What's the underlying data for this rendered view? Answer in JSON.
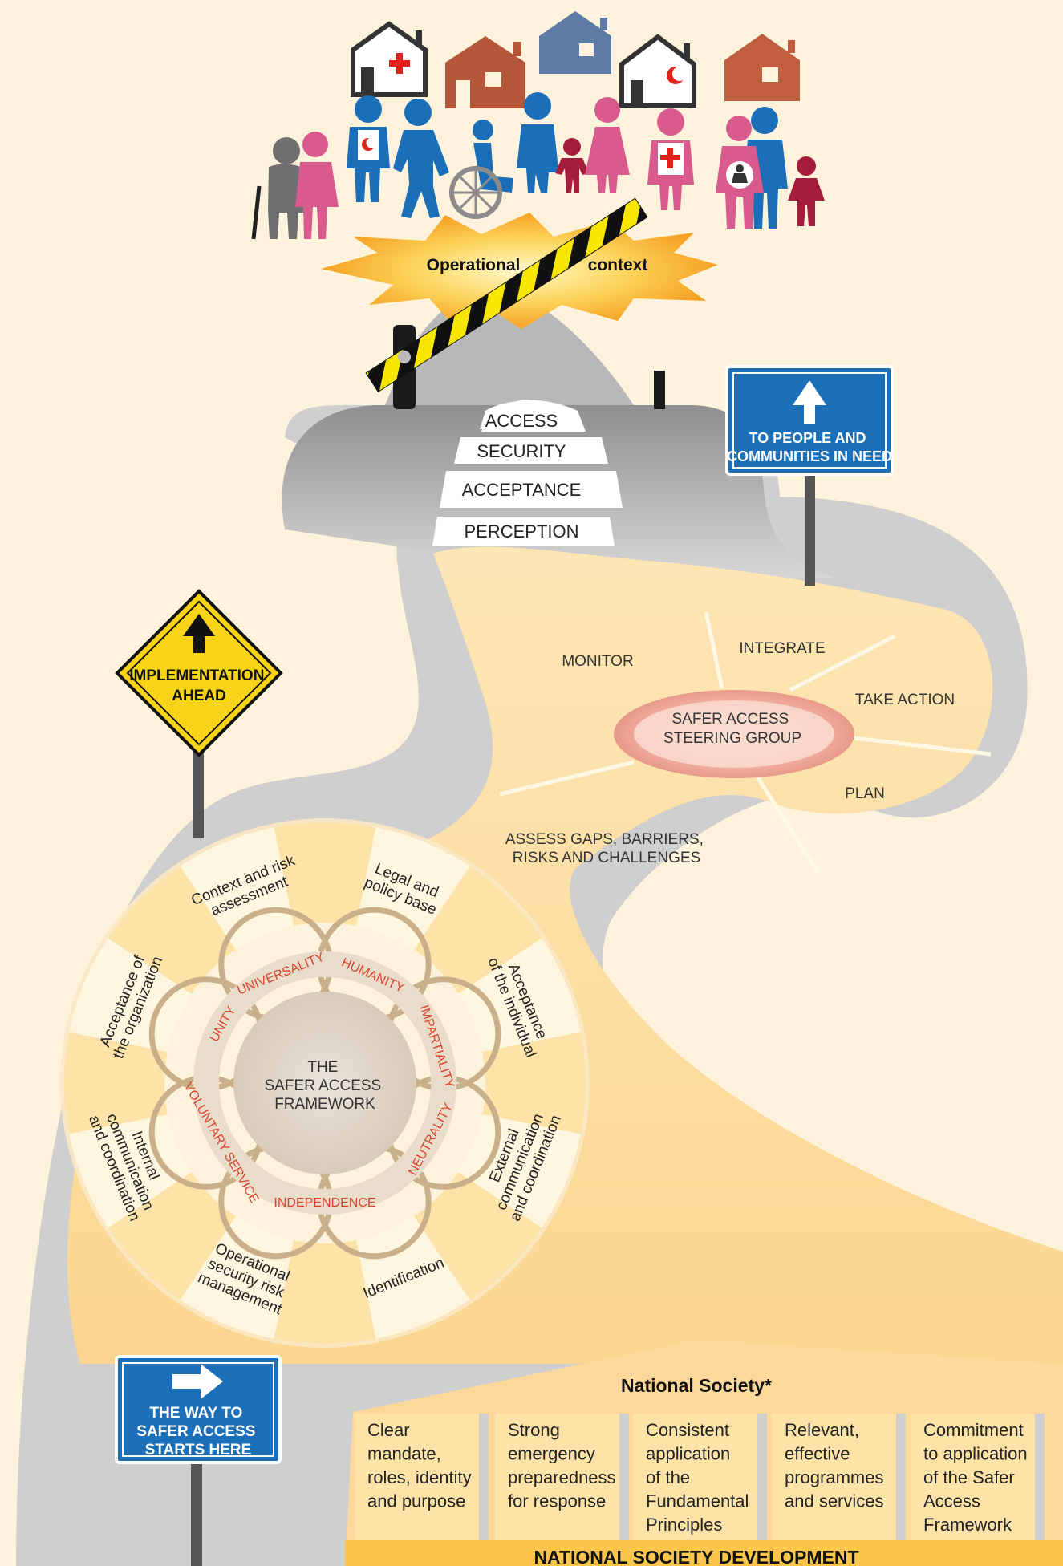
{
  "banner": {
    "left": "Operational",
    "right": "context"
  },
  "gate_layers": [
    "ACCESS",
    "SECURITY",
    "ACCEPTANCE",
    "PERCEPTION"
  ],
  "signs": {
    "people": {
      "line1": "TO PEOPLE AND",
      "line2": "COMMUNITIES IN NEED",
      "icon": "arrow-up-icon",
      "color": "#1b6fb8"
    },
    "implementation": {
      "line1": "IMPLEMENTATION",
      "line2": "AHEAD",
      "icon": "arrow-up-icon",
      "color": "#f7d417"
    },
    "start": {
      "line1": "THE WAY TO",
      "line2": "SAFER ACCESS",
      "line3": "STARTS HERE",
      "icon": "arrow-right-icon",
      "color": "#1b6fb8"
    }
  },
  "cycle": {
    "center_line1": "SAFER ACCESS",
    "center_line2": "STEERING GROUP",
    "monitor": "MONITOR",
    "integrate": "INTEGRATE",
    "take_action": "TAKE ACTION",
    "plan": "PLAN",
    "assess_line1": "ASSESS GAPS, BARRIERS,",
    "assess_line2": "RISKS AND CHALLENGES"
  },
  "framework": {
    "center": [
      "THE",
      "SAFER ACCESS",
      "FRAMEWORK"
    ],
    "principles": [
      "UNIVERSALITY",
      "HUMANITY",
      "IMPARTIALITY",
      "NEUTRALITY",
      "INDEPENDENCE",
      "VOLUNTARY SERVICE",
      "UNITY"
    ],
    "elements": [
      [
        "Context and risk",
        "assessment"
      ],
      [
        "Legal and",
        "policy base"
      ],
      [
        "Acceptance",
        "of the individual"
      ],
      [
        "External",
        "communication",
        "and coordination"
      ],
      [
        "Identification"
      ],
      [
        "Operational",
        "security risk",
        "management"
      ],
      [
        "Internal",
        "communication",
        "and coordination"
      ],
      [
        "Acceptance of",
        "the organization"
      ]
    ]
  },
  "national_society": {
    "title": "National Society*",
    "pillars": [
      [
        "Clear",
        "mandate,",
        "roles, identity",
        "and purpose"
      ],
      [
        "Strong",
        "emergency",
        "preparedness",
        "for response"
      ],
      [
        "Consistent",
        "application",
        "of the",
        "Fundamental",
        "Principles"
      ],
      [
        "Relevant,",
        "effective",
        "programmes",
        "and services"
      ],
      [
        "Commitment",
        "to application",
        "of the Safer",
        "Access",
        "Framework"
      ]
    ],
    "foundation": "NATIONAL SOCIETY DEVELOPMENT"
  },
  "colors": {
    "background": "#fdf3dc",
    "road": "#cfcfcf",
    "path": "#fde0a3",
    "principle_text": "#d8452e",
    "sign_blue": "#1b6fb8",
    "sign_yellow": "#f7d417",
    "red_cross": "#e2231a",
    "blue_person": "#1b6fb8",
    "pink_person": "#d95b8e",
    "brown_house": "#b5573a"
  }
}
